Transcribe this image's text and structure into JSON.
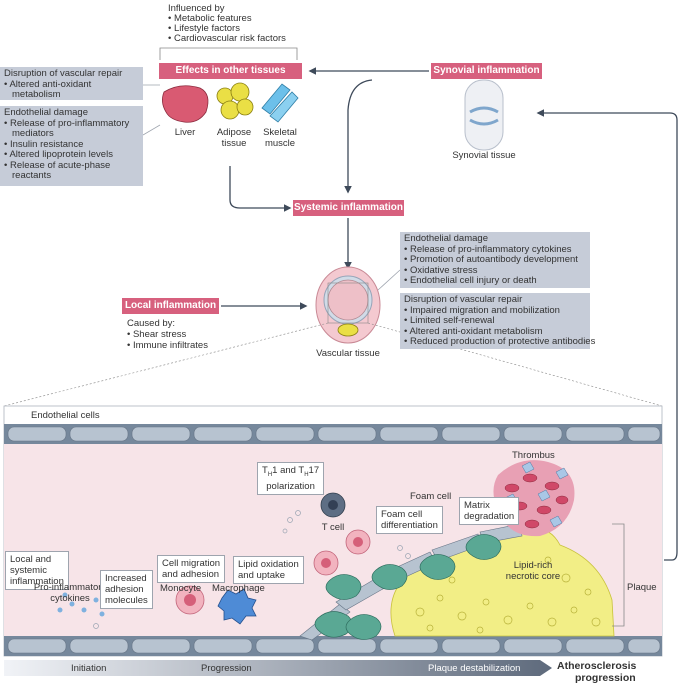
{
  "influence": {
    "heading": "Influenced by",
    "items": [
      "Metabolic features",
      "Lifestyle factors",
      "Cardiovascular risk factors"
    ]
  },
  "labels": {
    "effects_other_tissues": "Effects in other tissues",
    "synovial_inflammation": "Synovial inflammation",
    "systemic_inflammation": "Systemic inflammation",
    "local_inflammation": "Local inflammation"
  },
  "tissues": {
    "liver": "Liver",
    "adipose": [
      "Adipose",
      "tissue"
    ],
    "skeletal": [
      "Skeletal",
      "muscle"
    ],
    "synovial": "Synovial tissue",
    "vascular": "Vascular tissue"
  },
  "left_repair": {
    "heading": "Disruption of vascular repair",
    "items": [
      "Altered anti-oxidant",
      "metabolism"
    ]
  },
  "left_damage": {
    "heading": "Endothelial damage",
    "items": [
      "Release of pro-inflammatory",
      "mediators",
      "Insulin resistance",
      "Altered lipoprotein levels",
      "Release of acute-phase",
      "reactants"
    ]
  },
  "right_damage": {
    "heading": "Endothelial damage",
    "items": [
      "Release of pro-inflammatory cytokines",
      "Promotion of autoantibody development",
      "Oxidative stress",
      "Endothelial cell injury or death"
    ]
  },
  "right_repair": {
    "heading": "Disruption of vascular repair",
    "items": [
      "Impaired migration and mobilization",
      "Limited self-renewal",
      "Altered anti-oxidant metabolism",
      "Reduced production of protective antibodies"
    ]
  },
  "local_cause": {
    "heading": "Caused by:",
    "items": [
      "Shear stress",
      "Immune infiltrates"
    ]
  },
  "vessel": {
    "endothelial_cells": "Endothelial cells",
    "thrombus": "Thrombus",
    "th_label_1": "T",
    "th_sub_1": "H",
    "th_mid": "1 and T",
    "th_sub_2": "H",
    "th_end": "17",
    "polarization": "polarization",
    "t_cell": "T cell",
    "foam_cell": "Foam cell",
    "foam_diff": [
      "Foam cell",
      "differentiation"
    ],
    "matrix": [
      "Matrix",
      "degradation"
    ],
    "lipid_core": [
      "Lipid-rich",
      "necrotic core"
    ],
    "plaque": "Plaque",
    "local_systemic": [
      "Local and",
      "systemic",
      "inflammation"
    ],
    "cytokines": [
      "Pro-inflammatory",
      "cytokines"
    ],
    "adhesion": [
      "Increased",
      "adhesion",
      "molecules"
    ],
    "migration": [
      "Cell migration",
      "and adhesion"
    ],
    "monocyte": "Monocyte",
    "macrophage": "Macrophage",
    "lipid_ox": [
      "Lipid oxidation",
      "and uptake"
    ]
  },
  "progress": {
    "initiation": "Initiation",
    "progression": "Progression",
    "destabilization": "Plaque destabilization",
    "final": [
      "Atherosclerosis",
      "progression"
    ]
  },
  "colors": {
    "accent_pink": "#d7607e",
    "box_gray": "#c6ccd8",
    "vessel_pink": "#f6dfe5",
    "lipid_yellow": "#f2ee86"
  }
}
